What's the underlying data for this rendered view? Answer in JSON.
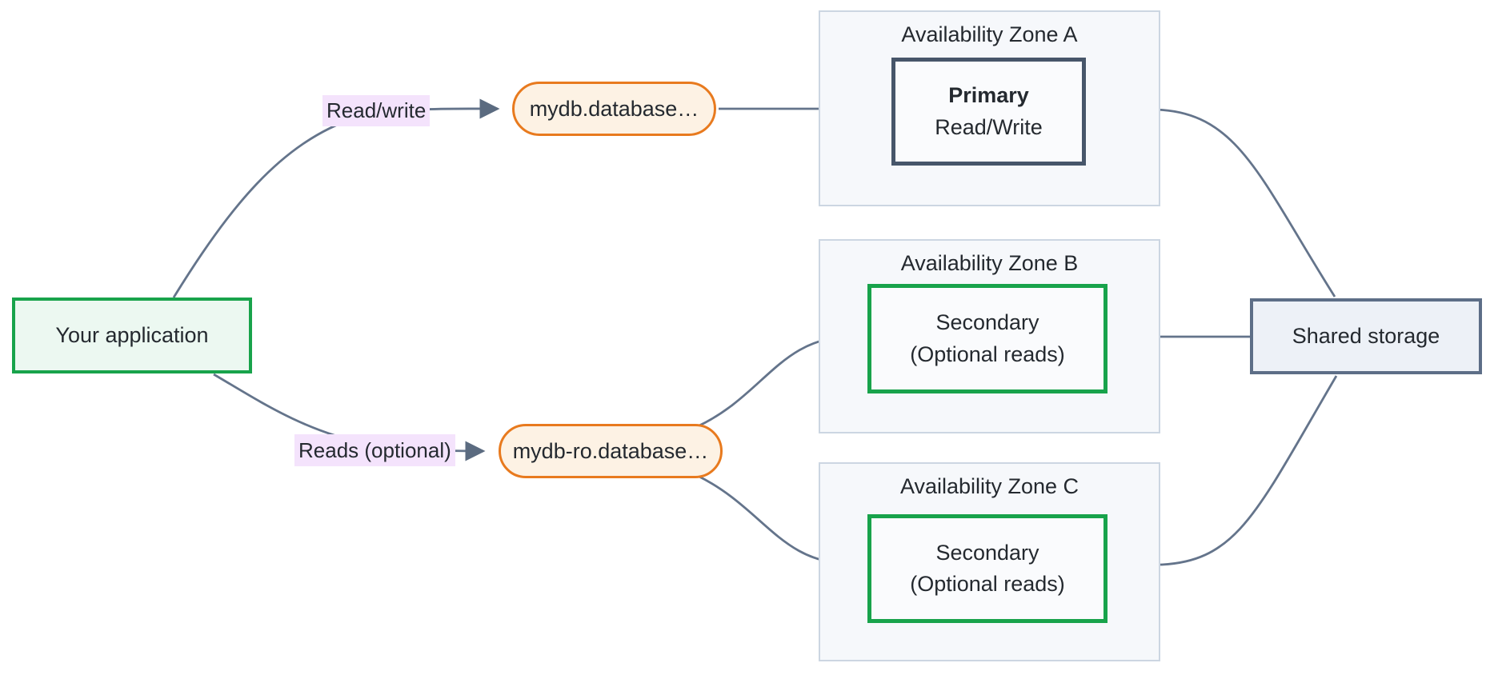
{
  "diagram": {
    "app": {
      "label": "Your application"
    },
    "edge_labels": {
      "read_write": "Read/write",
      "reads_optional": "Reads (optional)"
    },
    "endpoints": {
      "writer": "mydb.database…",
      "reader": "mydb-ro.database…"
    },
    "zones": {
      "a": {
        "title": "Availability Zone A",
        "node_title": "Primary",
        "node_subtitle": "Read/Write"
      },
      "b": {
        "title": "Availability Zone B",
        "node_title": "Secondary",
        "node_subtitle": "(Optional reads)"
      },
      "c": {
        "title": "Availability Zone C",
        "node_title": "Secondary",
        "node_subtitle": "(Optional reads)"
      }
    },
    "storage": {
      "label": "Shared storage"
    },
    "colors": {
      "green_border": "#18a34b",
      "green_fill": "#ecf8f1",
      "orange_border": "#e87a1e",
      "orange_fill": "#fdf2e4",
      "label_lavender": "#f4e3fc",
      "zone_fill": "#f6f8fb",
      "zone_border": "#ccd6e2",
      "dark_slate_border": "#47566a",
      "storage_border": "#5d6e87",
      "storage_fill": "#edf1f7",
      "connector_line": "#64748b",
      "text": "#24292f"
    }
  }
}
